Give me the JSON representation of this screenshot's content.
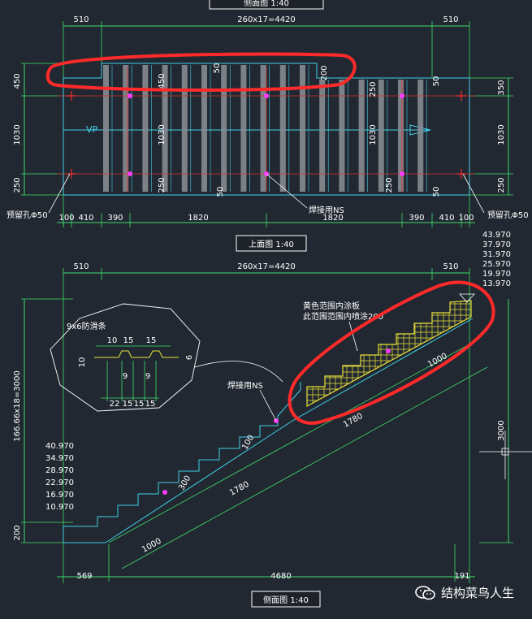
{
  "top_view": {
    "header_label": "侧面图 1:40",
    "title": "上面图 1:40",
    "dims_top": {
      "left": "510",
      "mid": "260x17=4420",
      "right": "510"
    },
    "dims_left": [
      "450",
      "1030",
      "250"
    ],
    "dims_right": [
      "350",
      "1030",
      "250"
    ],
    "dims_inner": {
      "d450": "450",
      "d50a": "50",
      "d200": "200",
      "d1030a": "1030",
      "d250a": "250",
      "d50b": "50",
      "d250b": "250",
      "d50c": "50",
      "d1030b": "1030",
      "d250c": "250",
      "d50d": "50"
    },
    "dims_bottom": [
      "100",
      "410",
      "390",
      "1820",
      "1820",
      "390",
      "410",
      "100"
    ],
    "vp_label": "VP",
    "note_left": "预留孔Φ50",
    "note_right": "预留孔Φ50",
    "note_mid": "焊接用NS"
  },
  "side_view": {
    "title": "侧面图 1:40",
    "dims_top": {
      "left": "510",
      "mid": "260x17=4420",
      "right": "510"
    },
    "left_height": "166.66x18=3000",
    "right_height": "3000",
    "levels_top": [
      "43.970",
      "37.970",
      "31.970",
      "25.970",
      "19.970",
      "13.970"
    ],
    "levels_left": [
      "40.970",
      "34.970",
      "28.970",
      "22.970",
      "16.970",
      "10.970"
    ],
    "dim_200": "200",
    "dims_bottom": {
      "left": "569",
      "mid": "4680",
      "right": "191"
    },
    "slope_dims": [
      "1000",
      "1780",
      "1780",
      "1000"
    ],
    "small_dims": [
      "300",
      "100"
    ],
    "note_weld": "焊接用NS",
    "note_yellow_1": "黄色范围内涂板",
    "note_yellow_2": "此范围范围内喷涂200",
    "detail": {
      "title": "9x6防滑条",
      "top_dims": [
        "10",
        "15",
        "15"
      ],
      "left_dim": "10",
      "right_dim": "6",
      "mid_dims": [
        "9",
        "9"
      ],
      "bottom_dims": [
        "22",
        "15",
        "15",
        "15"
      ]
    }
  },
  "watermark": "结构菜鸟人生",
  "colors": {
    "bg": "#222831",
    "dim_green": "#3ddc6b",
    "stair_cyan": "#3fd0e6",
    "highlight_red": "#ff2a2a",
    "center_red": "#d83030",
    "hatch_yellow": "#e8e23a",
    "marker_magenta": "#ff3cff",
    "tread_gray": "#8c9096"
  }
}
